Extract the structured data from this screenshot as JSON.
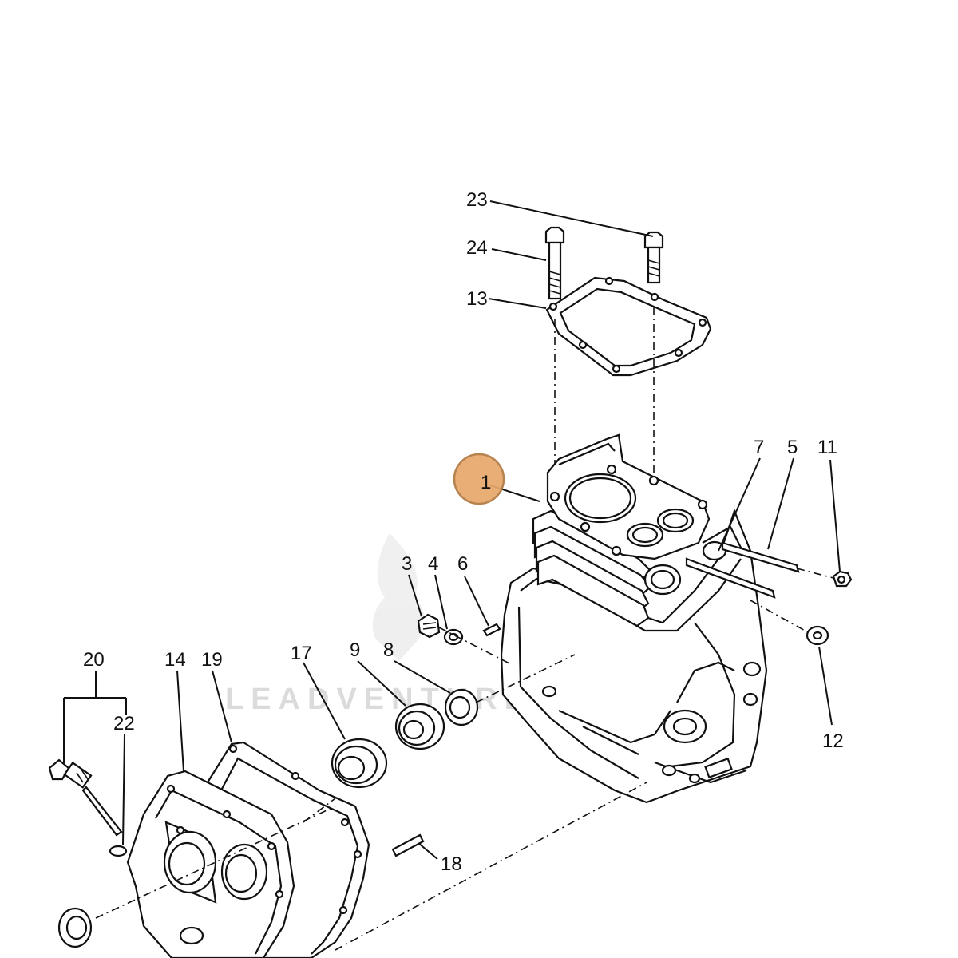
{
  "callouts": {
    "c1": "1",
    "c3": "3",
    "c4": "4",
    "c5": "5",
    "c6": "6",
    "c7": "7",
    "c8": "8",
    "c9": "9",
    "c11": "11",
    "c12": "12",
    "c13": "13",
    "c14": "14",
    "c17": "17",
    "c18": "18",
    "c19": "19",
    "c20": "20",
    "c22": "22",
    "c23": "23",
    "c24": "24"
  },
  "highlight": {
    "label": "1",
    "color": "#E8A86A",
    "ring_color": "#B07840"
  },
  "watermark": {
    "text": "LEADVENTURE"
  }
}
